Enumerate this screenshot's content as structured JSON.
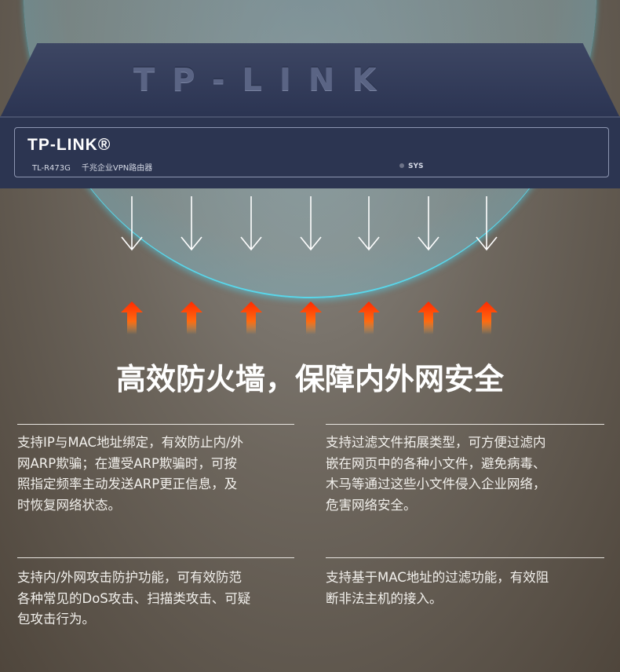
{
  "device": {
    "top_logo": "TP-LINK",
    "logo": "TP-LINK®",
    "model": "TL-R473G",
    "description": "千兆企业VPN路由器",
    "led": "SYS"
  },
  "colors": {
    "device": "#2c3551",
    "dome_edge": "#59d6ea",
    "arrow_up": "#ff4a10"
  },
  "headline": "高效防火墙，保障内外网安全",
  "features": [
    {
      "lines": [
        "支持IP与MAC地址绑定，有效防止内/外",
        "网ARP欺骗；在遭受ARP欺骗时，可按",
        "照指定频率主动发送ARP更正信息，及",
        "时恢复网络状态。"
      ]
    },
    {
      "lines": [
        "支持过滤文件拓展类型，可方便过滤内",
        "嵌在网页中的各种小文件，避免病毒、",
        "木马等通过这些小文件侵入企业网络，",
        "危害网络安全。"
      ]
    },
    {
      "lines": [
        "支持内/外网攻击防护功能，可有效防范",
        "各种常见的DoS攻击、扫描类攻击、可疑",
        "包攻击行为。"
      ]
    },
    {
      "lines": [
        "支持基于MAC地址的过滤功能，有效阻",
        "断非法主机的接入。"
      ]
    }
  ]
}
